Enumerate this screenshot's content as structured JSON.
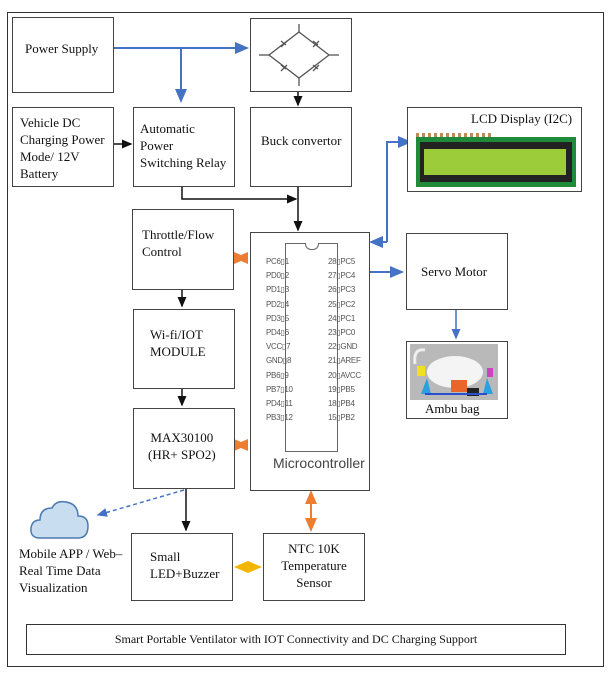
{
  "blocks": {
    "power_supply": "Power Supply",
    "vehicle_dc": "Vehicle DC\nCharging Power\nMode/ 12V\nBattery",
    "relay": "Automatic\nPower\nSwitching Relay",
    "buck": "Buck convertor",
    "lcd": "LCD Display (I2C)",
    "throttle": "Throttle/Flow\nControl",
    "wifi": "Wi-fi/IOT\nMODULE",
    "max30100": "MAX30100\n(HR+ SPO2)",
    "servo": "Servo Motor",
    "ambu": "Ambu bag",
    "led_buzzer": "Small\nLED+Buzzer",
    "ntc": "NTC 10K\nTemperature\nSensor",
    "cloud_caption": "Mobile APP / Web–\nReal Time Data\nVisualization",
    "microcontroller": "Microcontroller"
  },
  "mcu_pins": {
    "left": [
      {
        "name": "PC6",
        "num": "1"
      },
      {
        "name": "PD0",
        "num": "2"
      },
      {
        "name": "PD1",
        "num": "3"
      },
      {
        "name": "PD2",
        "num": "4"
      },
      {
        "name": "PD3",
        "num": "5"
      },
      {
        "name": "PD4",
        "num": "6"
      },
      {
        "name": "VCC",
        "num": "7"
      },
      {
        "name": "GND",
        "num": "8"
      },
      {
        "name": "PB6",
        "num": "9"
      },
      {
        "name": "PB7",
        "num": "10"
      },
      {
        "name": "PD4",
        "num": "11"
      },
      {
        "name": "PB3",
        "num": "12"
      }
    ],
    "right": [
      {
        "num": "28",
        "name": "PC5"
      },
      {
        "num": "27",
        "name": "PC4"
      },
      {
        "num": "26",
        "name": "PC3"
      },
      {
        "num": "25",
        "name": "PC2"
      },
      {
        "num": "24",
        "name": "PC1"
      },
      {
        "num": "23",
        "name": "PC0"
      },
      {
        "num": "22",
        "name": "GND"
      },
      {
        "num": "21",
        "name": "AREF"
      },
      {
        "num": "20",
        "name": "AVCC"
      },
      {
        "num": "19",
        "name": "PB5"
      },
      {
        "num": "18",
        "name": "PB4"
      },
      {
        "num": "15",
        "name": "PB2"
      }
    ]
  },
  "title": "Smart Portable Ventilator with IOT Connectivity and DC Charging Support",
  "colors": {
    "blue_link": "#4472c4",
    "orange_link": "#ed7d31",
    "yellow_link": "#f2b600",
    "black_link": "#111111",
    "lcd_screen": "#9ccc3a",
    "lcd_pcb": "#1f8a3a",
    "cloud_fill": "#c9ddf0",
    "cloud_stroke": "#4a7ab0"
  }
}
